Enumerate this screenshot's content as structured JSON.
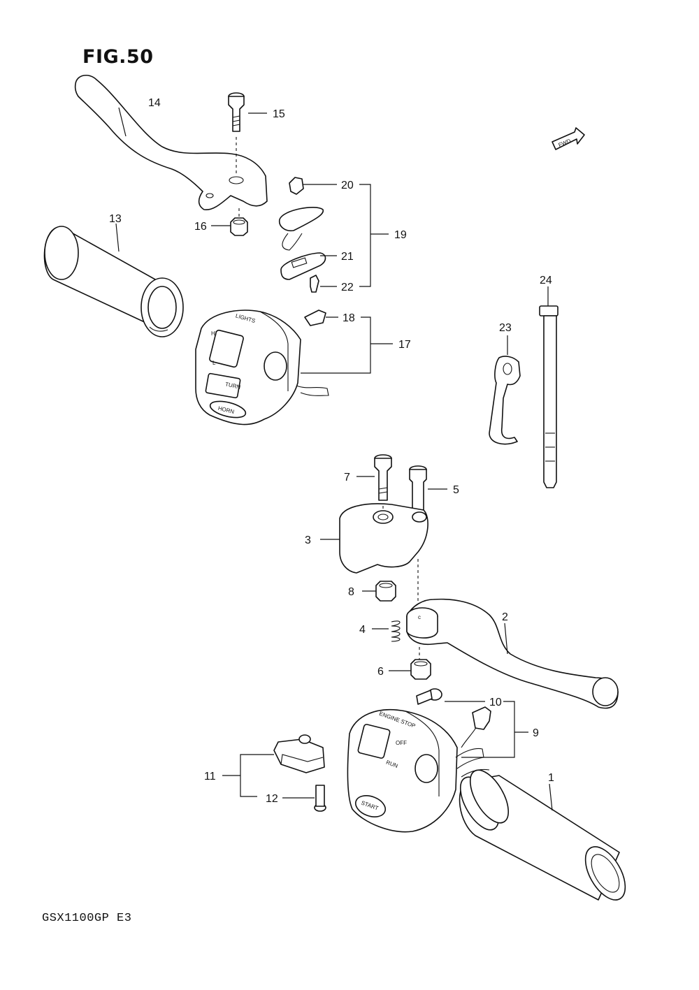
{
  "figure": {
    "title": "FIG.50",
    "model": "GSX1100GP  E3",
    "fwd_marker": "FWD"
  },
  "switch_labels": {
    "lights": "LIGHTS",
    "hi": "HI",
    "lo": "L",
    "turn": "TURN",
    "horn": "HORN",
    "engine_stop": "ENGINE STOP",
    "off": "OFF",
    "run": "RUN",
    "start": "START"
  },
  "callouts": [
    "1",
    "2",
    "3",
    "4",
    "5",
    "6",
    "7",
    "8",
    "9",
    "10",
    "11",
    "12",
    "13",
    "14",
    "15",
    "16",
    "17",
    "18",
    "19",
    "20",
    "21",
    "22",
    "23",
    "24"
  ]
}
